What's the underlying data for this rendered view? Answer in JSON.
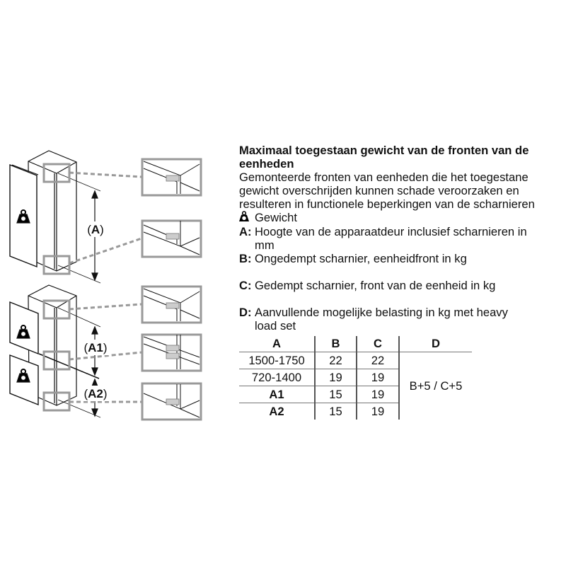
{
  "title": "Maximaal toegestaan gewicht van de fronten van de eenheden",
  "description_lines": [
    "Gemonteerde fronten van eenheden die het toegestane",
    "gewicht overschrijden kunnen schade veroorzaken en",
    "resulteren in functionele beperkingen van de scharnieren"
  ],
  "legend": {
    "weight": {
      "icon": "weight-icon",
      "label": "Gewicht"
    },
    "A": {
      "key": "A:",
      "line1": "Hoogte van de apparaatdeur inclusief scharnieren in",
      "line2": "mm"
    },
    "B": {
      "key": "B:",
      "line1": "Ongedempt scharnier, eenheidfront in kg"
    },
    "C": {
      "key": "C:",
      "line1": "Gedempt scharnier, front van de eenheid in kg"
    },
    "D": {
      "key": "D:",
      "line1": "Aanvullende mogelijke belasting in kg met heavy",
      "line2": "load set"
    }
  },
  "table": {
    "headers": [
      "A",
      "B",
      "C",
      "D"
    ],
    "rows": [
      {
        "A": "1500-1750",
        "B": "22",
        "C": "22"
      },
      {
        "A": "720-1400",
        "B": "19",
        "C": "19"
      },
      {
        "A": "A1",
        "B": "15",
        "C": "19"
      },
      {
        "A": "A2",
        "B": "15",
        "C": "19"
      }
    ],
    "D_merged": "B+5 / C+5"
  },
  "diagram": {
    "label_A": "(A)",
    "label_A1": "(A1)",
    "label_A2": "(A2)"
  }
}
